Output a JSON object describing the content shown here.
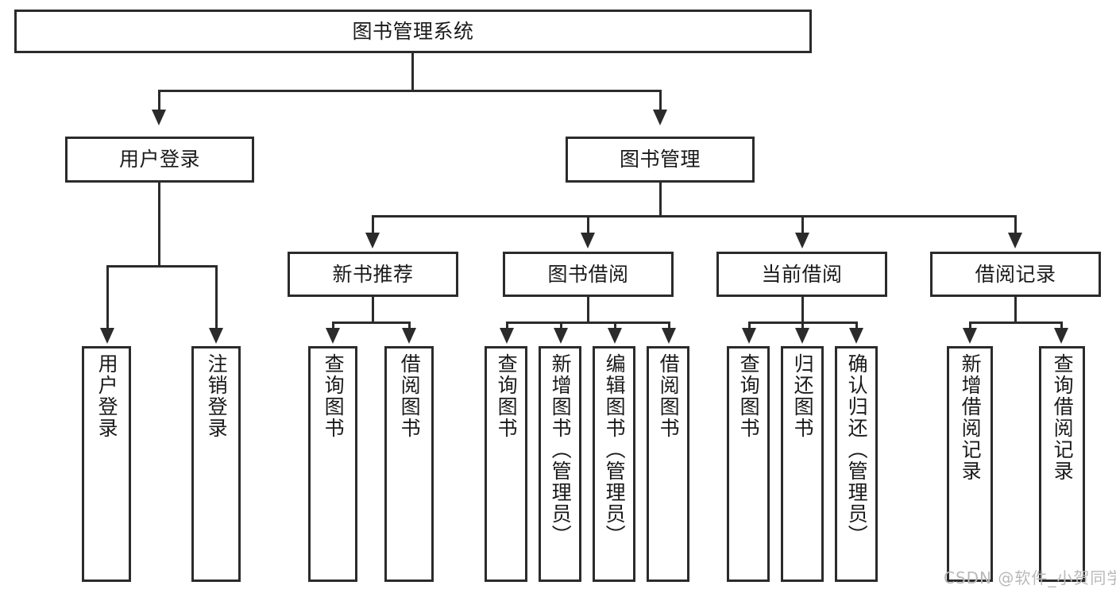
{
  "diagram": {
    "type": "tree-hierarchy",
    "title": "图书管理系统",
    "root": {
      "label": "图书管理系统"
    },
    "level2": [
      {
        "id": "user-login",
        "label": "用户登录"
      },
      {
        "id": "book-manage",
        "label": "图书管理"
      }
    ],
    "level3": [
      {
        "id": "new-book-recommend",
        "label": "新书推荐",
        "parent": "book-manage"
      },
      {
        "id": "book-borrow",
        "label": "图书借阅",
        "parent": "book-manage"
      },
      {
        "id": "current-borrow",
        "label": "当前借阅",
        "parent": "book-manage"
      },
      {
        "id": "borrow-record",
        "label": "借阅记录",
        "parent": "book-manage"
      }
    ],
    "leaves": {
      "user_login": [
        {
          "id": "leaf-user-login",
          "label": "用户登录"
        },
        {
          "id": "leaf-logout",
          "label": "注销登录"
        }
      ],
      "new_book_recommend": [
        {
          "id": "leaf-query-book-1",
          "label": "查询图书"
        },
        {
          "id": "leaf-borrow-book-1",
          "label": "借阅图书"
        }
      ],
      "book_borrow": [
        {
          "id": "leaf-query-book-2",
          "label": "查询图书"
        },
        {
          "id": "leaf-add-book",
          "label": "新增图书（管理员）"
        },
        {
          "id": "leaf-edit-book",
          "label": "编辑图书（管理员）"
        },
        {
          "id": "leaf-borrow-book-2",
          "label": "借阅图书"
        }
      ],
      "current_borrow": [
        {
          "id": "leaf-query-book-3",
          "label": "查询图书"
        },
        {
          "id": "leaf-return-book",
          "label": "归还图书"
        },
        {
          "id": "leaf-confirm-return",
          "label": "确认归还（管理员）"
        }
      ],
      "borrow_record": [
        {
          "id": "leaf-add-record",
          "label": "新增借阅记录"
        },
        {
          "id": "leaf-query-record",
          "label": "查询借阅记录"
        }
      ]
    }
  },
  "watermark": {
    "text": "CSDN @软件_小贺同学"
  },
  "colors": {
    "stroke": "#2b2b2b",
    "fill": "#ffffff",
    "text": "#1a1a1a",
    "watermark": "#b9b9b9"
  }
}
